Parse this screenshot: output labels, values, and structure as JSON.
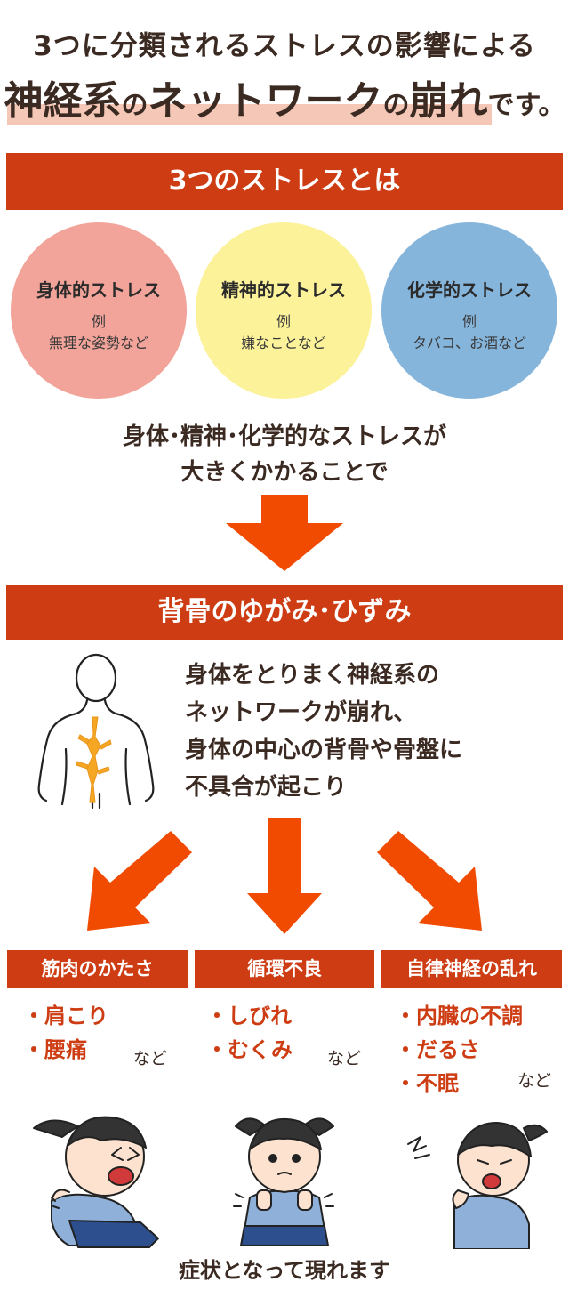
{
  "header": {
    "line1": "3つに分類されるストレスの影響による",
    "line2_parts": [
      "神経系",
      "の",
      "ネットワーク",
      "の",
      "崩れ",
      "です。"
    ]
  },
  "stress_section": {
    "title": "3つのストレスとは",
    "circles": [
      {
        "title": "身体的ストレス",
        "example_label": "例",
        "example": "無理な姿勢など",
        "color": "#f2a49a"
      },
      {
        "title": "精神的ストレス",
        "example_label": "例",
        "example": "嫌なことなど",
        "color": "#fbf29a"
      },
      {
        "title": "化学的ストレス",
        "example_label": "例",
        "example": "タバコ、お酒など",
        "color": "#86b5dc"
      }
    ],
    "summary_lines": [
      "身体･精神･化学的なストレスが",
      "大きくかかることで"
    ]
  },
  "spine_section": {
    "title": "背骨のゆがみ･ひずみ",
    "description_lines": [
      "身体をとりまく神経系の",
      "ネットワークが崩れ、",
      "身体の中心の背骨や骨盤に",
      "不具合が起こり"
    ]
  },
  "symptoms": [
    {
      "title": "筋肉のかたさ",
      "items": [
        "・肩こり",
        "・腰痛"
      ],
      "suffix": "など"
    },
    {
      "title": "循環不良",
      "items": [
        "・しびれ",
        "・むくみ"
      ],
      "suffix": "など"
    },
    {
      "title": "自律神経の乱れ",
      "items": [
        "・内臓の不調",
        "・だるさ",
        "・不眠"
      ],
      "suffix": "など"
    }
  ],
  "closing": "症状となって現れます",
  "colors": {
    "banner": "#cd3c12",
    "arrow": "#f04b00",
    "text": "#3b2a22",
    "highlight": "#f4c7b6"
  }
}
